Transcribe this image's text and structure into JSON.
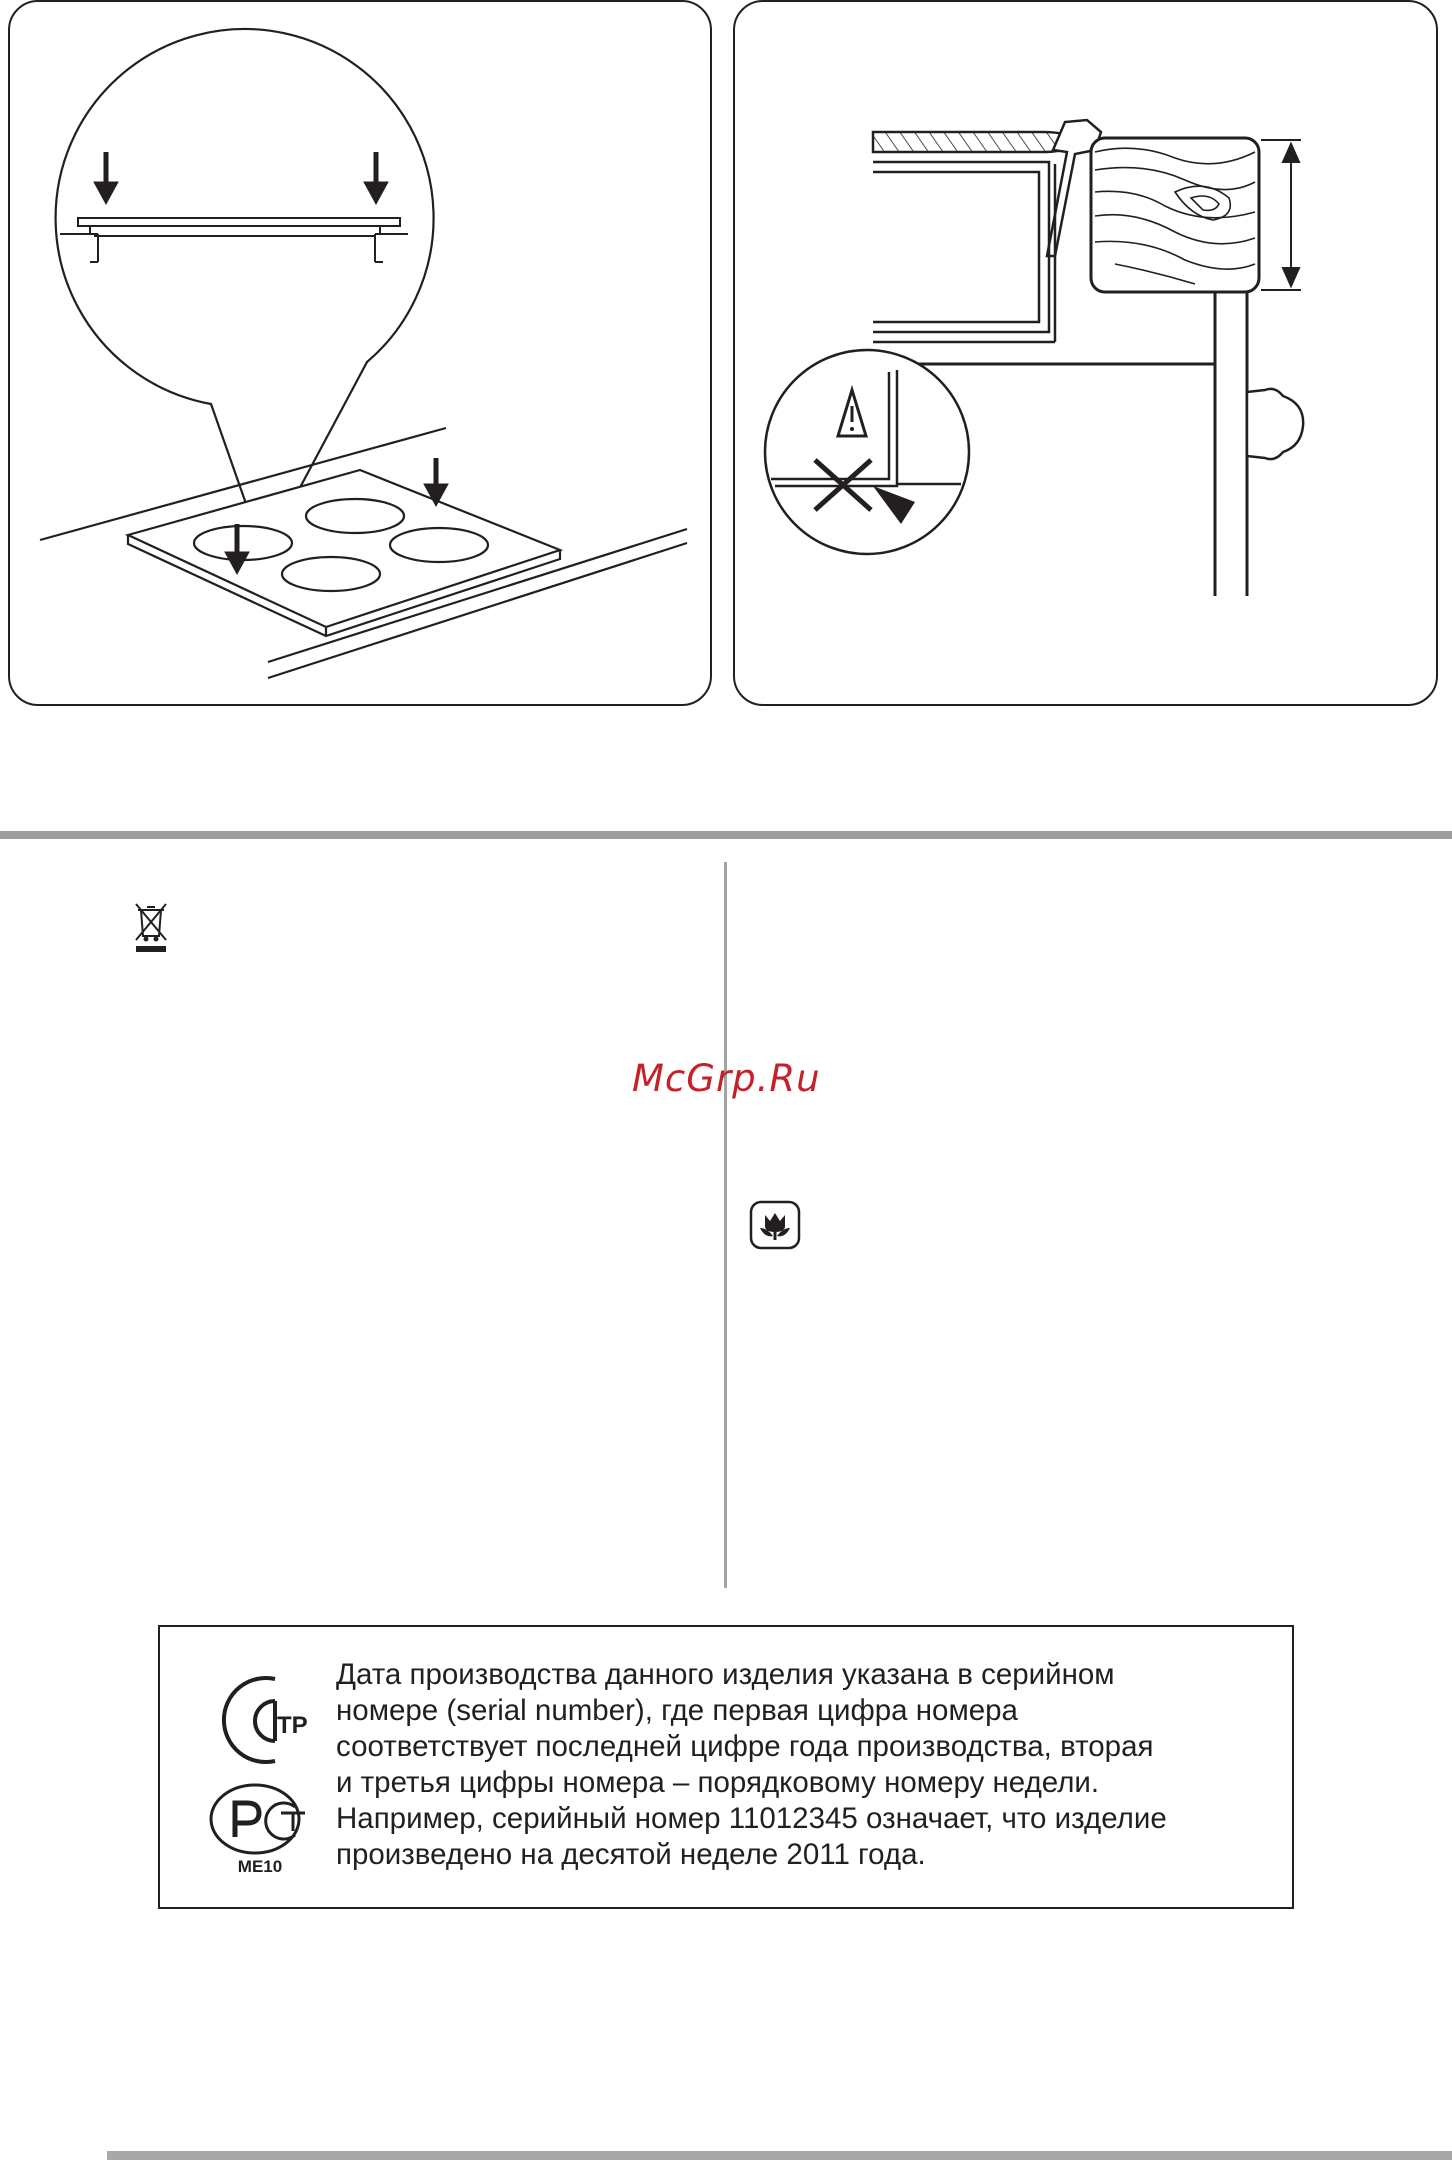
{
  "watermark": {
    "text": "McGrp.Ru",
    "color": "#c4222a"
  },
  "figures": [
    {
      "id": "hob-installation",
      "icons": [
        "arrow-down-icon",
        "zoom-callout"
      ]
    },
    {
      "id": "worktop-clamp",
      "icons": [
        "warning-icon",
        "cross-mark-icon",
        "dimension-arrow-icon"
      ]
    }
  ],
  "left_column": {
    "icons": [
      "weee-crossed-bin-icon"
    ]
  },
  "right_column": {
    "icons": [
      "environment-tulip-icon"
    ]
  },
  "notice": {
    "lines": [
      "Дата производства данного изделия указана в серийном",
      "номере (serial number), где первая цифра номера",
      "соответствует последней цифре года производства, вторая",
      "и третья цифры номера – порядковому номеру недели.",
      "Например, серийный номер 11012345 означает, что изделие",
      "произведено на десятой неделе 2011 года."
    ],
    "cert_code": "ME10",
    "logos": [
      "eac-tr-mark",
      "rst-certification-mark"
    ]
  },
  "colors": {
    "rule": "#9d9d9d",
    "ink": "#231f20",
    "accent": "#c4222a"
  }
}
